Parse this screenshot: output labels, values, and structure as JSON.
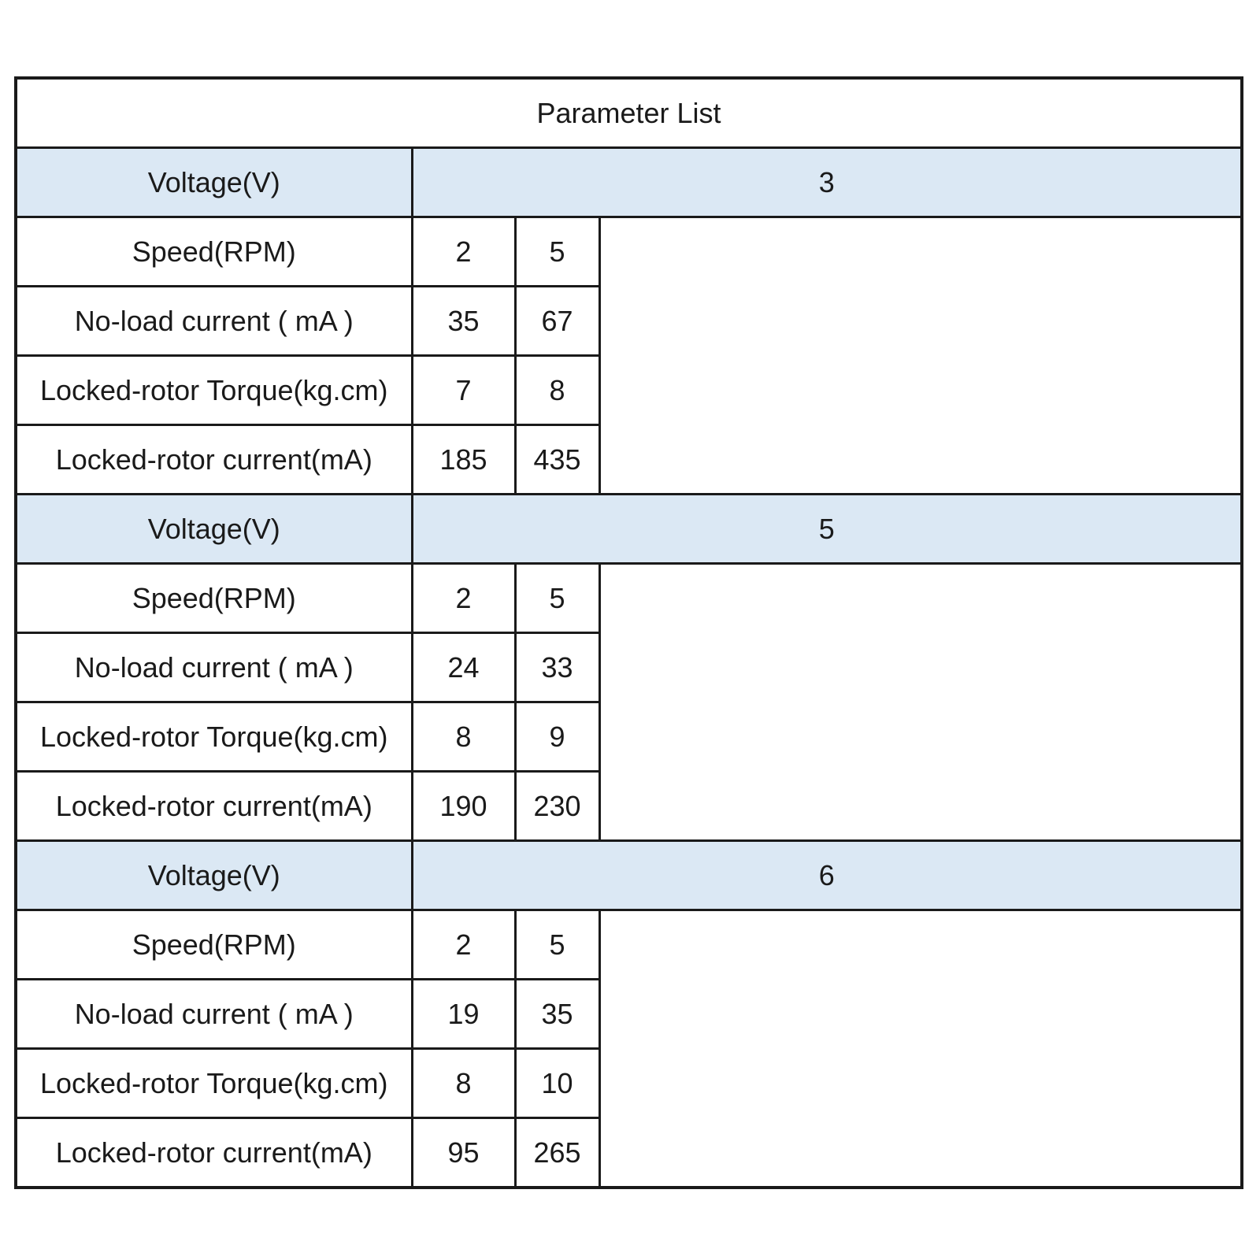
{
  "title": "Parameter List",
  "table": {
    "sections": [
      {
        "voltage_label": "Voltage(V)",
        "voltage_value": "3",
        "rows": [
          {
            "label": "Speed(RPM)",
            "v1": "2",
            "v2": "5"
          },
          {
            "label": "No-load current ( mA )",
            "v1": "35",
            "v2": "67"
          },
          {
            "label": "Locked-rotor Torque(kg.cm)",
            "v1": "7",
            "v2": "8"
          },
          {
            "label": "Locked-rotor current(mA)",
            "v1": "185",
            "v2": "435"
          }
        ]
      },
      {
        "voltage_label": "Voltage(V)",
        "voltage_value": "5",
        "rows": [
          {
            "label": "Speed(RPM)",
            "v1": "2",
            "v2": "5"
          },
          {
            "label": "No-load current ( mA )",
            "v1": "24",
            "v2": "33"
          },
          {
            "label": "Locked-rotor Torque(kg.cm)",
            "v1": "8",
            "v2": "9"
          },
          {
            "label": "Locked-rotor current(mA)",
            "v1": "190",
            "v2": "230"
          }
        ]
      },
      {
        "voltage_label": "Voltage(V)",
        "voltage_value": "6",
        "rows": [
          {
            "label": "Speed(RPM)",
            "v1": "2",
            "v2": "5"
          },
          {
            "label": "No-load current ( mA )",
            "v1": "19",
            "v2": "35"
          },
          {
            "label": "Locked-rotor Torque(kg.cm)",
            "v1": "8",
            "v2": "10"
          },
          {
            "label": "Locked-rotor current(mA)",
            "v1": "95",
            "v2": "265"
          }
        ]
      }
    ]
  },
  "colors": {
    "header_row_bg": "#dbe8f4",
    "border": "#1a1a1a",
    "text": "#1a1a1a",
    "background": "#ffffff"
  }
}
